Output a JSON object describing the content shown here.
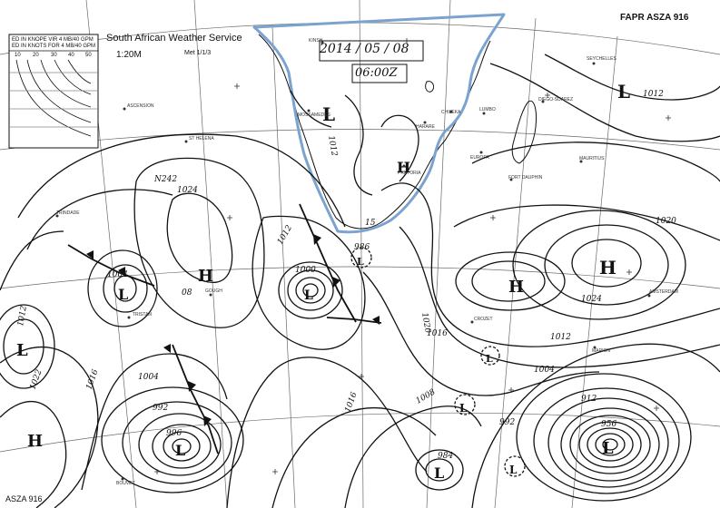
{
  "header": {
    "service": "South African Weather Service",
    "scale": "1:20M",
    "met_ref": "Met 1/1/3",
    "chart_code_top": "FAPR ASZA 916",
    "chart_code_bottom": "ASZA 916"
  },
  "annotation": {
    "date": "2014 / 05 / 08",
    "time": "06:00Z"
  },
  "scale_box": {
    "line1": "ED IN KNOPE VIR 4 MB/40 GPM",
    "line2": "ED IN KNOTS FOR 4 MB/40 GPM",
    "ticks": [
      "10",
      "20",
      "30",
      "40",
      "50"
    ]
  },
  "centers": [
    {
      "kind": "L",
      "id": "low-madagascar-east"
    },
    {
      "kind": "L",
      "id": "low-namibia"
    },
    {
      "kind": "H",
      "id": "high-pretoria"
    },
    {
      "kind": "H",
      "id": "high-atlantic-mid"
    },
    {
      "kind": "L",
      "id": "low-atlantic-west"
    },
    {
      "kind": "L",
      "id": "low-cape-west"
    },
    {
      "kind": "L",
      "id": "low-coast-circle"
    },
    {
      "kind": "H",
      "id": "high-indian-west"
    },
    {
      "kind": "H",
      "id": "high-indian-east"
    },
    {
      "kind": "L",
      "id": "low-south-indian-1"
    },
    {
      "kind": "L",
      "id": "low-south-indian-2"
    },
    {
      "kind": "L",
      "id": "low-far-west"
    },
    {
      "kind": "H",
      "id": "high-far-west"
    },
    {
      "kind": "L",
      "id": "low-southwest"
    },
    {
      "kind": "L",
      "id": "low-south-center"
    },
    {
      "kind": "L",
      "id": "low-south-center-2"
    },
    {
      "kind": "L",
      "id": "low-southeast"
    }
  ],
  "isobar_labels": {
    "b1012_ne": "1012",
    "b1012_nam": "1012",
    "b1024_atl": "1024",
    "b1012_atl": "1012",
    "b1024_ind": "1024",
    "b1020_ind": "1020",
    "b1012_ind": "1012",
    "b1008_c": "1008",
    "b1000_c": "1000",
    "b1016_s": "1016",
    "b1004_w": "1004",
    "b1016_w": "1016",
    "b1012_fw": "1012",
    "b1022_fw": "1022",
    "b992_sw": "992",
    "b996_sw": "996",
    "b1020_ec": "1020",
    "b1016_ec": "1016",
    "b1000_l": "1000",
    "b1004_l": "1004",
    "b992_se": "992",
    "b984_s": "984",
    "b912_se": "912",
    "b956_se": "956",
    "b1004_ind": "1004",
    "b1008_sc": "1008",
    "b1022_atl": "N242",
    "b1004_a": "1004",
    "b08_a": "08",
    "b15_c": "15",
    "b986_c": "986"
  },
  "stations": {
    "ascension": "ASCENSION",
    "st_helena": "ST HELENA",
    "trindade": "TRINDADE",
    "gough": "GOUGH",
    "pretoria": "PRETORIA",
    "harare": "HARARE",
    "kinshasa": "KINSH",
    "seychelles": "SEYCHELLES",
    "diego_suarez": "DIEGO-SUAREZ",
    "mauritius": "MAURITIUS",
    "fort_dauphin": "FORT DAUPHIN",
    "europa": "EUROPA",
    "amsterdam": "AMSTERDAM",
    "crozet": "CROZET",
    "marion": "MARION",
    "mossamedes": "MOSSAMEDES",
    "tristan": "TRISTAN",
    "lumbo": "LUMBO",
    "chileka": "CHILEKA",
    "bouvet": "BOUVET"
  },
  "colors": {
    "ink": "#111111",
    "grid": "#6a6a6a",
    "outline": "#7ba3cf",
    "paper": "#ffffff"
  }
}
